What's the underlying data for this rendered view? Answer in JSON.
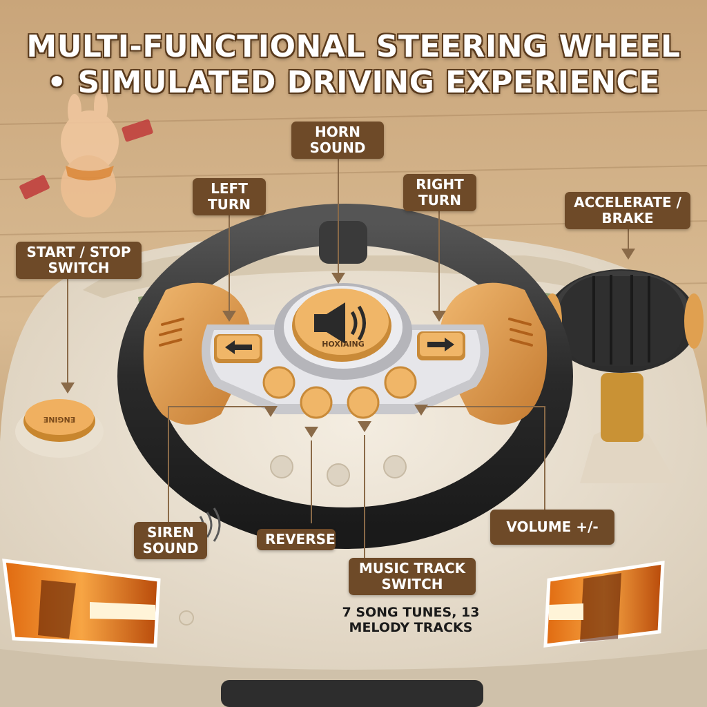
{
  "headline": {
    "line1": "MULTI-FUNCTIONAL STEERING WHEEL",
    "line2": "• SIMULATED DRIVING EXPERIENCE"
  },
  "callouts": {
    "horn": "HORN\nSOUND",
    "left_turn": "LEFT\nTURN",
    "right_turn": "RIGHT\nTURN",
    "accelerate": "ACCELERATE /\nBRAKE",
    "start_stop": "START / STOP\nSWITCH",
    "siren": "SIREN\nSOUND",
    "reverse": "REVERSE",
    "volume": "VOLUME +/-",
    "music": "MUSIC TRACK\nSWITCH"
  },
  "music_note": "7 SONG TUNES, 13\nMELODY TRACKS",
  "wheel_brand": "HOXIAING",
  "colors": {
    "label_bg": "#6e4a28",
    "accent_orange": "#e0a050",
    "wheel_black": "#2a2a2a",
    "body_cream": "#ece3d3"
  }
}
